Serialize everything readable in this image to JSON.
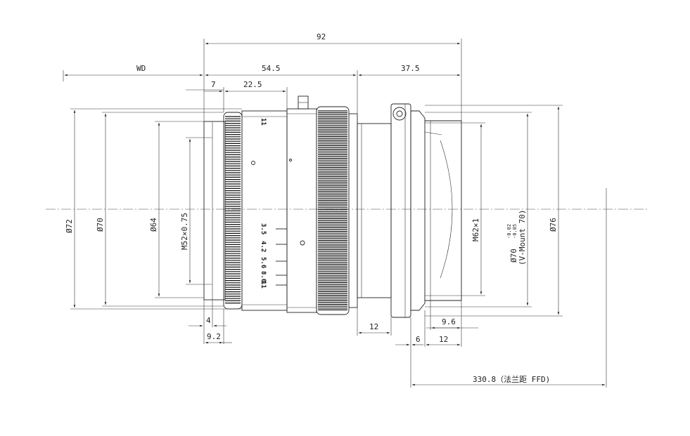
{
  "drawing": {
    "dimensions": {
      "overall_length": "92",
      "working_distance": "WD",
      "front_section": "54.5",
      "rear_section": "37.5",
      "focus_ring_offset": "7",
      "focus_ring_width": "22.5",
      "front_lip": "4",
      "front_depth": "9.2",
      "barrel_step": "12",
      "mount_flange": "6",
      "mount_length": "12",
      "thread_depth": "9.6",
      "ffd": "330.8（法兰距 FFD)"
    },
    "diameters": {
      "outer_front": "Ø72",
      "front_ring": "Ø70",
      "front_inner": "Ø64",
      "filter_thread": "M52×0.75",
      "mount_thread": "M62×1",
      "mount_diameter": "Ø70",
      "mount_tolerance_upper": "-0.02",
      "mount_tolerance_lower": "-0.05",
      "mount_type": "(V-Mount 70)",
      "flange_diameter": "Ø76"
    },
    "aperture_scale": [
      "11",
      "3.5",
      "4.2",
      "5.6",
      "8.0",
      "11"
    ]
  }
}
